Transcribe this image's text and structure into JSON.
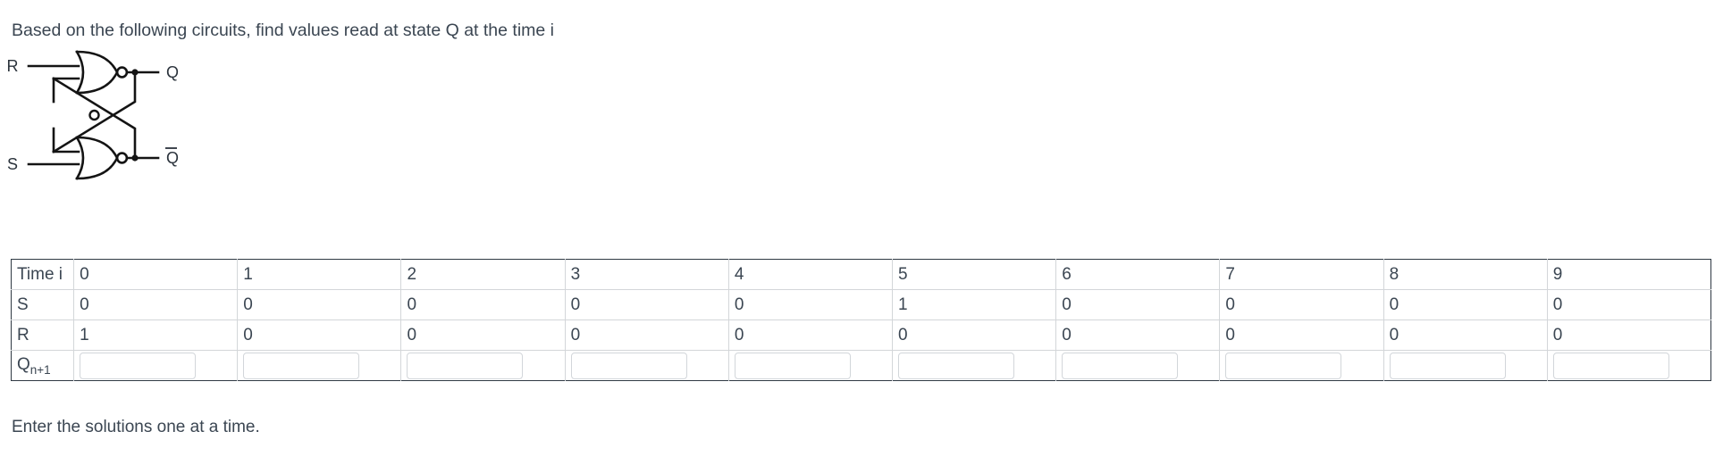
{
  "prompt": "Based on the following circuits, find values read at state Q at the time i",
  "circuit": {
    "type": "sr-latch-nor",
    "input_top_label": "R",
    "input_bottom_label": "S",
    "output_top_label": "Q",
    "output_bottom_label": "Q",
    "output_bottom_overbar": true,
    "gate_count": 2,
    "gate_type": "NOR"
  },
  "table": {
    "row_labels": {
      "time": "Time i",
      "s": "S",
      "r": "R",
      "q_base": "Q",
      "q_sub": "n+1"
    },
    "times": [
      "0",
      "1",
      "2",
      "3",
      "4",
      "5",
      "6",
      "7",
      "8",
      "9"
    ],
    "s_values": [
      "0",
      "0",
      "0",
      "0",
      "0",
      "1",
      "0",
      "0",
      "0",
      "0"
    ],
    "r_values": [
      "1",
      "0",
      "0",
      "0",
      "0",
      "0",
      "0",
      "0",
      "0",
      "0"
    ],
    "q_values": [
      "",
      "",
      "",
      "",
      "",
      "",
      "",
      "",
      "",
      ""
    ],
    "q_placeholder": ""
  },
  "footer": "Enter the solutions one at a time.",
  "colors": {
    "text": "#3b4652",
    "grid_line": "#d3d6d9",
    "grid_frame": "#2f3943",
    "input_border": "#d2d6da",
    "circuit_stroke": "#141414"
  }
}
